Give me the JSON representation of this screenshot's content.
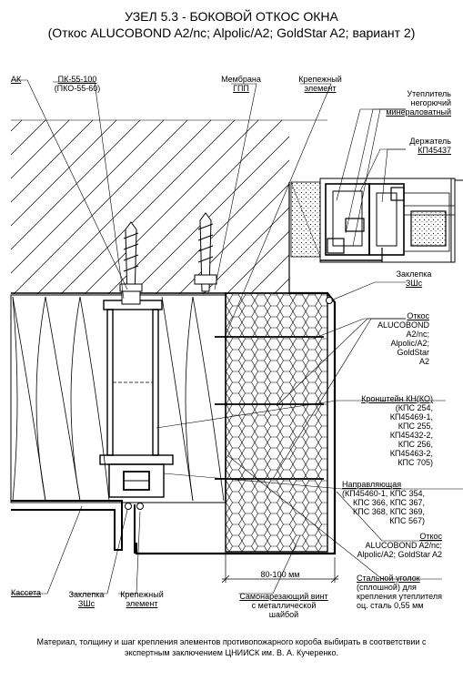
{
  "title": {
    "line1": "УЗЕЛ 5.3 - БОКОВОЙ ОТКОС ОКНА",
    "line2": "(Откос ALUCOBOND A2/nc; Alpolic/A2; GoldStar A2; вариант 2)"
  },
  "labels": {
    "ak": "АК",
    "pk_1": "ПК-55-100",
    "pk_2": "(ПКО-55-60)",
    "membrane_1": "Мембрана",
    "membrane_2": "ГПП",
    "fastener_1": "Крепежный",
    "fastener_2": "элемент",
    "insulation_1": "Утеплитель",
    "insulation_2": "негорючий",
    "insulation_3": "минераловатный",
    "holder_1": "Держатель",
    "holder_2": "КП45437",
    "plug_right_1": "Заклепка",
    "plug_right_2": "ЗШс",
    "slope_top_1": "Откос",
    "slope_top_2": "ALUCOBOND",
    "slope_top_3": "A2/nc;",
    "slope_top_4": "Alpolic/A2;",
    "slope_top_5": "GoldStar",
    "slope_top_6": "A2",
    "bracket_1": "Кронштейн КН(КО)",
    "bracket_2": "(КПС 254,",
    "bracket_3": "КП45469-1,",
    "bracket_4": "КПС 255,",
    "bracket_5": "КП45432-2,",
    "bracket_6": "КПС 256,",
    "bracket_7": "КП45463-2,",
    "bracket_8": "КПС 705)",
    "guide_1": "Направляющая",
    "guide_2": "(КП45460-1, КПС 354,",
    "guide_3": "КПС 366, КПС 367,",
    "guide_4": "КПС 368, КПС 369,",
    "guide_5": "КПС 567)",
    "slope_bot_1": "Откос",
    "slope_bot_2": "ALUCOBOND A2/nc;",
    "slope_bot_3": "Alpolic/A2; GoldStar A2",
    "steel_1": "Стальной уголок",
    "steel_2": "(сплошной) для",
    "steel_3": "крепления утеплителя",
    "steel_4": "оц. сталь 0,55 мм",
    "screw_1": "Самонарезающий винт",
    "screw_2": "с металлической",
    "screw_3": "шайбой",
    "cassette": "Кассета",
    "plug_bot_1": "Заклепка",
    "plug_bot_2": "ЗШс",
    "fastener_bot_1": "Крепежный",
    "fastener_bot_2": "элемент",
    "dimension": "80-100 мм"
  },
  "footer": {
    "line1": "Материал, толщину и шаг крепления элементов противопожарного короба выбирать в соответствии с",
    "line2": "экспертным заключением ЦНИИСК им. В. А. Кучеренко."
  }
}
